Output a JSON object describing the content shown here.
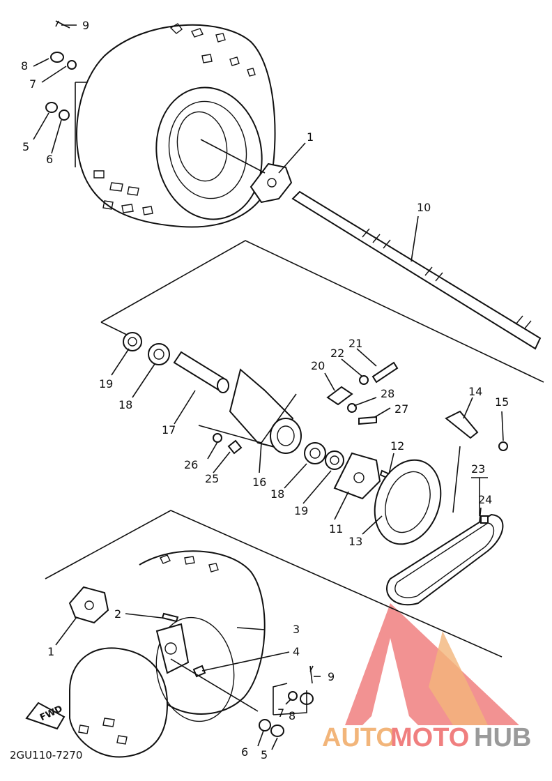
{
  "diagram": {
    "code": "2GU110-7270",
    "fwd_label": "FWD",
    "watermark": {
      "brand_part1": "AUTO",
      "brand_part2": "MOTO",
      "brand_part3": "HUB",
      "color_red": "#f07f7f",
      "color_orange": "#f2b57a",
      "color_gray": "#9a9a9a"
    },
    "callouts": [
      {
        "id": "c9a",
        "text": "9"
      },
      {
        "id": "c8a",
        "text": "8"
      },
      {
        "id": "c7a",
        "text": "7"
      },
      {
        "id": "c5a",
        "text": "5"
      },
      {
        "id": "c6a",
        "text": "6"
      },
      {
        "id": "c1a",
        "text": "1"
      },
      {
        "id": "c10",
        "text": "10"
      },
      {
        "id": "c19a",
        "text": "19"
      },
      {
        "id": "c18a",
        "text": "18"
      },
      {
        "id": "c17",
        "text": "17"
      },
      {
        "id": "c21",
        "text": "21"
      },
      {
        "id": "c22",
        "text": "22"
      },
      {
        "id": "c20",
        "text": "20"
      },
      {
        "id": "c28",
        "text": "28"
      },
      {
        "id": "c27",
        "text": "27"
      },
      {
        "id": "c14",
        "text": "14"
      },
      {
        "id": "c15",
        "text": "15"
      },
      {
        "id": "c26",
        "text": "26"
      },
      {
        "id": "c25",
        "text": "25"
      },
      {
        "id": "c16",
        "text": "16"
      },
      {
        "id": "c12",
        "text": "12"
      },
      {
        "id": "c18b",
        "text": "18"
      },
      {
        "id": "c19b",
        "text": "19"
      },
      {
        "id": "c11",
        "text": "11"
      },
      {
        "id": "c13",
        "text": "13"
      },
      {
        "id": "c23",
        "text": "23"
      },
      {
        "id": "c24",
        "text": "24"
      },
      {
        "id": "c2",
        "text": "2"
      },
      {
        "id": "c3",
        "text": "3"
      },
      {
        "id": "c1b",
        "text": "1"
      },
      {
        "id": "c4",
        "text": "4"
      },
      {
        "id": "c9b",
        "text": "9"
      },
      {
        "id": "c7b",
        "text": "7"
      },
      {
        "id": "c8b",
        "text": "8"
      },
      {
        "id": "c6b",
        "text": "6"
      },
      {
        "id": "c5b",
        "text": "5"
      }
    ]
  }
}
